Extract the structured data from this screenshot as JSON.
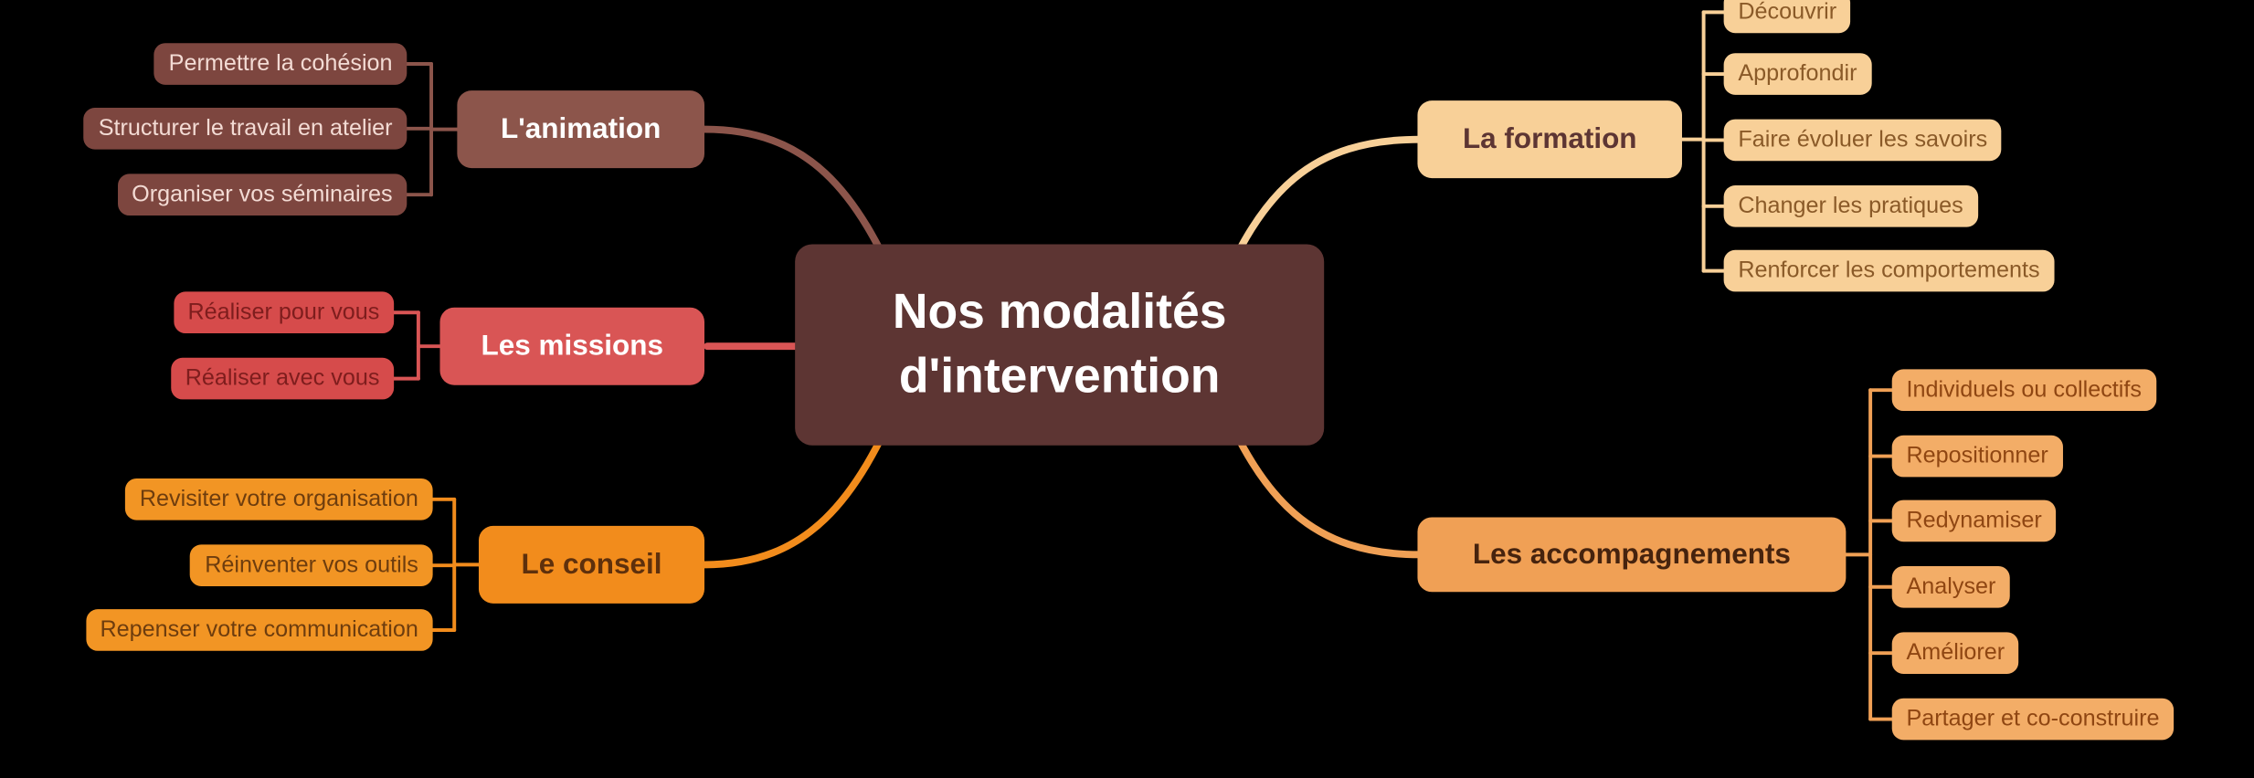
{
  "canvas": {
    "background": "#000000"
  },
  "mindmap": {
    "central": {
      "label": "Nos modalités d'intervention",
      "line1": "Nos modalités",
      "line2": "d'intervention",
      "color": "#5D3533",
      "text_color": "#FFFFFF"
    },
    "branches": [
      {
        "label": "L'animation",
        "side": "left",
        "color": "#8C554B",
        "child_color": "#7D463F",
        "text_color": "#FFFFFF",
        "child_text_color": "#F3DBD4",
        "children": [
          {
            "label": "Permettre la cohésion"
          },
          {
            "label": "Structurer le travail en atelier"
          },
          {
            "label": "Organiser vos séminaires"
          }
        ]
      },
      {
        "label": "Les missions",
        "side": "left",
        "color": "#D95555",
        "child_color": "#D64B4B",
        "text_color": "#FFFFFF",
        "child_text_color": "#7E1D1D",
        "children": [
          {
            "label": "Réaliser pour vous"
          },
          {
            "label": "Réaliser avec vous"
          }
        ]
      },
      {
        "label": "Le conseil",
        "side": "left",
        "color": "#F28C1C",
        "child_color": "#F29524",
        "text_color": "#5E300C",
        "child_text_color": "#6E3D0E",
        "children": [
          {
            "label": "Revisiter votre organisation"
          },
          {
            "label": "Réinventer vos outils"
          },
          {
            "label": "Repenser votre communication"
          }
        ]
      },
      {
        "label": "La formation",
        "side": "right",
        "color": "#F8D098",
        "child_color": "#F8D098",
        "text_color": "#5D3533",
        "child_text_color": "#8A5A28",
        "children": [
          {
            "label": "Découvrir"
          },
          {
            "label": "Approfondir"
          },
          {
            "label": "Faire évoluer les savoirs"
          },
          {
            "label": "Changer les pratiques"
          },
          {
            "label": "Renforcer les comportements"
          }
        ]
      },
      {
        "label": "Les accompagnements",
        "side": "right",
        "color": "#F0A055",
        "child_color": "#F3AD67",
        "text_color": "#46230E",
        "child_text_color": "#8F4612",
        "children": [
          {
            "label": "Individuels ou collectifs"
          },
          {
            "label": "Repositionner"
          },
          {
            "label": "Redynamiser"
          },
          {
            "label": "Analyser"
          },
          {
            "label": "Améliorer"
          },
          {
            "label": "Partager et co-construire"
          }
        ]
      }
    ]
  }
}
